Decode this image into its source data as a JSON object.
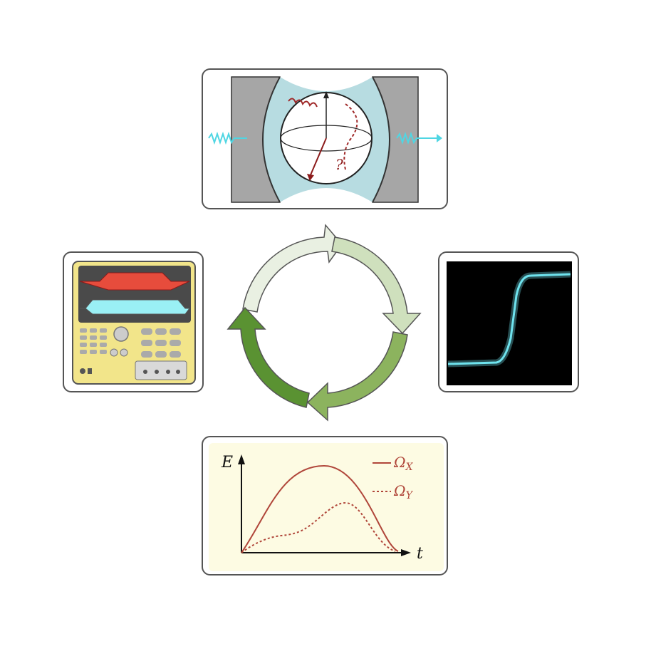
{
  "diagram": {
    "cycle_colors": [
      "#e9f0e2",
      "#cfe0bd",
      "#8cb35e",
      "#5a9232"
    ],
    "trace_color": "#6fe3ee",
    "pulse_color": "#b0463a",
    "bloch_marks": {
      "question": "?"
    },
    "pulse_plot": {
      "y_axis": "E",
      "x_axis": "t",
      "legend": [
        {
          "symbol": "Ω",
          "sub": "X",
          "style": "solid"
        },
        {
          "symbol": "Ω",
          "sub": "Y",
          "style": "dotted"
        }
      ]
    }
  }
}
